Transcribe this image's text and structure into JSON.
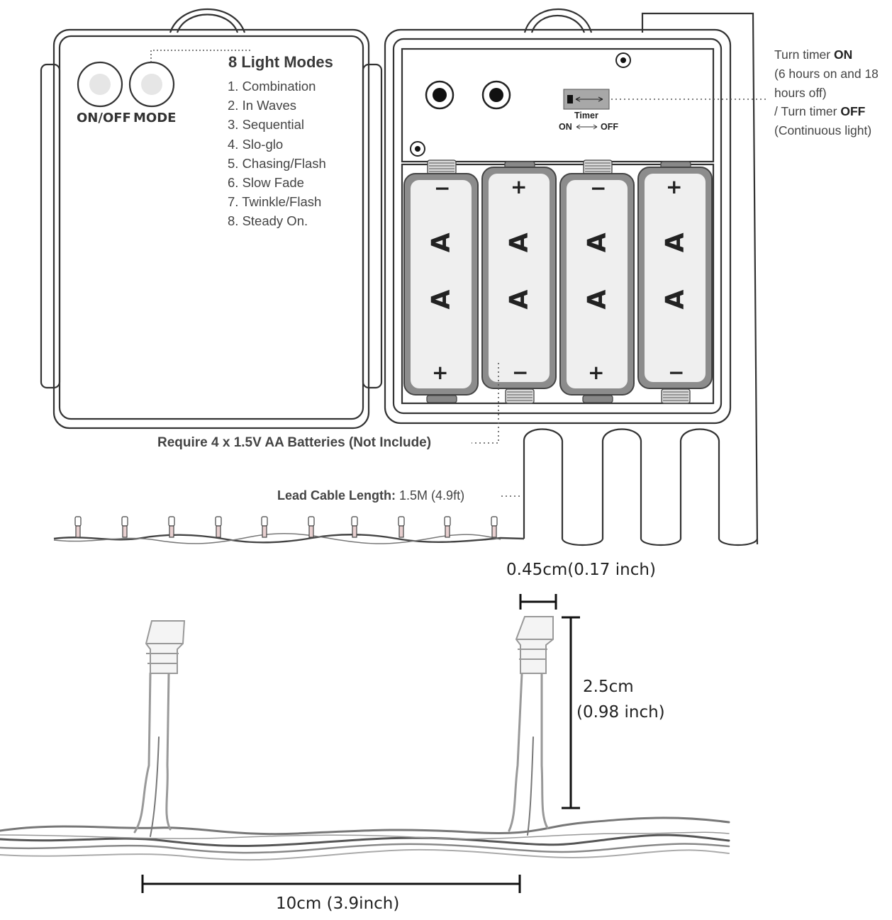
{
  "buttons": {
    "on_off": "ON/OFF",
    "mode": "MODE"
  },
  "light_modes": {
    "title": "8 Light Modes",
    "items": [
      "1. Combination",
      "2. In Waves",
      "3. Sequential",
      "4. Slo-glo",
      "5. Chasing/Flash",
      "6. Slow Fade",
      "7. Twinkle/Flash",
      "8. Steady On."
    ]
  },
  "timer": {
    "switch_label": "Timer",
    "on": "ON",
    "off": "OFF",
    "note": {
      "line1_prefix": "Turn timer ",
      "line1_bold": "ON",
      "line2": "(6 hours on and 18",
      "line3": "hours off)",
      "line4_prefix": "/ Turn timer ",
      "line4_bold": "OFF",
      "line5": "(Continuous light)"
    }
  },
  "batteries": {
    "label": "A A",
    "polarity_top": [
      "−",
      "+",
      "−",
      "+"
    ],
    "polarity_bottom": [
      "+",
      "−",
      "+",
      "−"
    ],
    "requirement": "Require 4 x 1.5V AA Batteries (Not Include)"
  },
  "lead_cable": {
    "label": "Lead Cable Length:",
    "value": "1.5M (4.9ft)"
  },
  "dimensions": {
    "wire_thickness": "0.45cm(0.17 inch)",
    "height_cm": "2.5cm",
    "height_in": "(0.98 inch)",
    "spacing": "10cm (3.9inch)"
  }
}
